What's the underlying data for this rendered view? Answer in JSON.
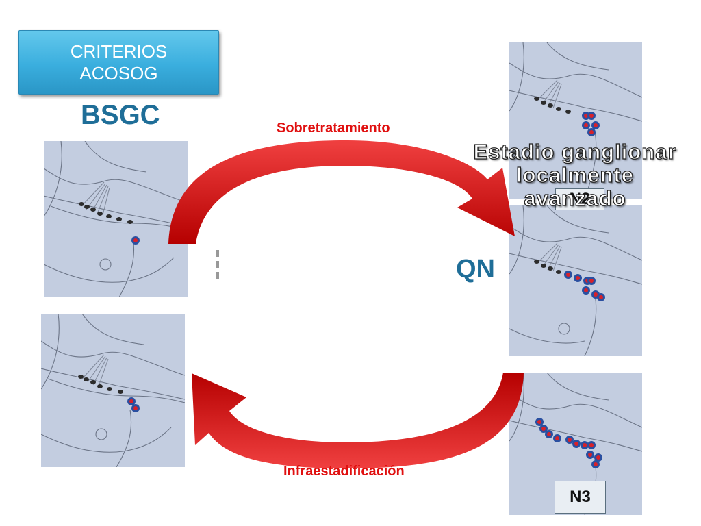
{
  "criteria": {
    "line1": "CRITERIOS",
    "line2": "ACOSOG"
  },
  "bsgc_label": "BSGC",
  "qn_label": "QN",
  "overtreatment_label": "Sobretratamiento",
  "understaging_label": "Infraestadificación",
  "overlay_title": {
    "line1": "Estadio ganglionar",
    "line2": "localmente",
    "line3": "avanzado"
  },
  "badges": {
    "n2": "N2",
    "n3": "N3"
  },
  "colors": {
    "arrow_red": "#e01010",
    "title_blue": "#1f6e98",
    "box_blue": "#3aaede",
    "node_red": "#d8212a"
  }
}
